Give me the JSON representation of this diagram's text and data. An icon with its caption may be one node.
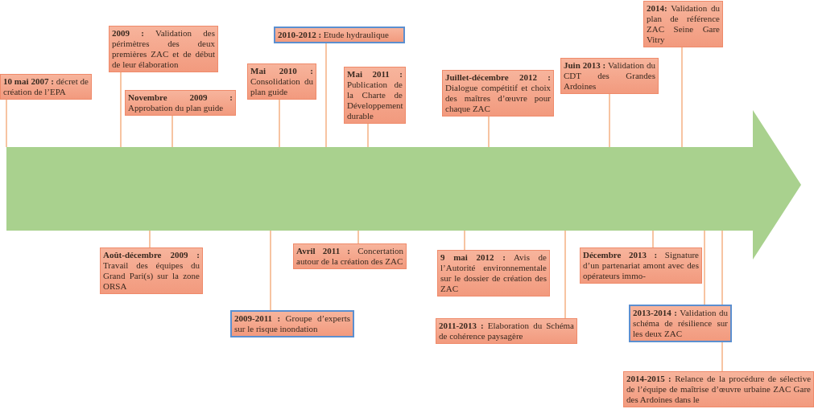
{
  "diagram": {
    "nodes": [
      {
        "text": [],
        "shape": "arrow"
      },
      {
        "text": [
          "**10 mai 2007 :** décret de création de l’EPA"
        ]
      },
      {
        "text": [
          "**2009 :** Validation des périmètres des deux premières ZAC et de début de leur élaboration"
        ]
      },
      {
        "text": [
          "**Novembre 2009 :** Approbation du plan guide"
        ]
      },
      {
        "text": [
          "**Mai 2010 :** Consolidation du plan guide"
        ]
      },
      {
        "text": [
          "**2010-2012 :** Etude hydraulique"
        ]
      },
      {
        "text": [
          "**Mai 2011 :** Publication de la Charte de Développement durable"
        ]
      },
      {
        "text": [
          "**Juillet-décembre 2012 :** Dialogue compétitif et choix des maîtres d’œuvre pour chaque ZAC"
        ]
      },
      {
        "text": [
          "**Juin 2013 :** Validation du CDT des Grandes Ardoines"
        ]
      },
      {
        "text": [
          "**2014:** Validation du plan de référence ZAC Seine Gare Vitry"
        ]
      },
      {
        "text": [
          "**Août-décembre 2009 :** Travail des équipes du Grand Pari(s) sur la zone ORSA"
        ]
      },
      {
        "text": [
          "**2009-2011 :** Groupe d’experts sur le risque inondation"
        ]
      },
      {
        "text": [
          "**Avril 2011 :** Concertation autour de la création des ZAC"
        ]
      },
      {
        "text": [
          "**9 mai 2012 :** Avis de l’Autorité environnementale sur le dossier de création des ZAC"
        ]
      },
      {
        "text": [
          "**2011-2013 :** Elaboration du Schéma de cohérence paysagère"
        ]
      },
      {
        "text": [
          "**Décembre 2013 :** Signature d’un partenariat amont avec des opérateurs immo-"
        ]
      },
      {
        "text": [
          "**2013-2014 :** Validation du schéma de résilience sur les deux ZAC"
        ]
      },
      {
        "text": [
          "**2014-2015 :** Relance de la procédure de sélective de l’équipe de maîtrise d’œuvre urbaine ZAC Gare des Ardoines dans le"
        ]
      }
    ],
    "edges": [
      {
        "from": 0,
        "to": 1,
        "arrow": "none"
      },
      {
        "from": 0,
        "to": 2,
        "arrow": "none"
      },
      {
        "from": 0,
        "to": 3,
        "arrow": "none"
      },
      {
        "from": 0,
        "to": 4,
        "arrow": "none"
      },
      {
        "from": 0,
        "to": 5,
        "arrow": "none"
      },
      {
        "from": 0,
        "to": 6,
        "arrow": "none"
      },
      {
        "from": 0,
        "to": 7,
        "arrow": "none"
      },
      {
        "from": 0,
        "to": 8,
        "arrow": "none"
      },
      {
        "from": 0,
        "to": 9,
        "arrow": "none"
      },
      {
        "from": 0,
        "to": 10,
        "arrow": "none"
      },
      {
        "from": 0,
        "to": 11,
        "arrow": "none"
      },
      {
        "from": 0,
        "to": 12,
        "arrow": "none"
      },
      {
        "from": 0,
        "to": 13,
        "arrow": "none"
      },
      {
        "from": 0,
        "to": 14,
        "arrow": "none"
      },
      {
        "from": 0,
        "to": 15,
        "arrow": "none"
      },
      {
        "from": 0,
        "to": 16,
        "arrow": "none"
      },
      {
        "from": 0,
        "to": 17,
        "arrow": "none"
      }
    ]
  }
}
